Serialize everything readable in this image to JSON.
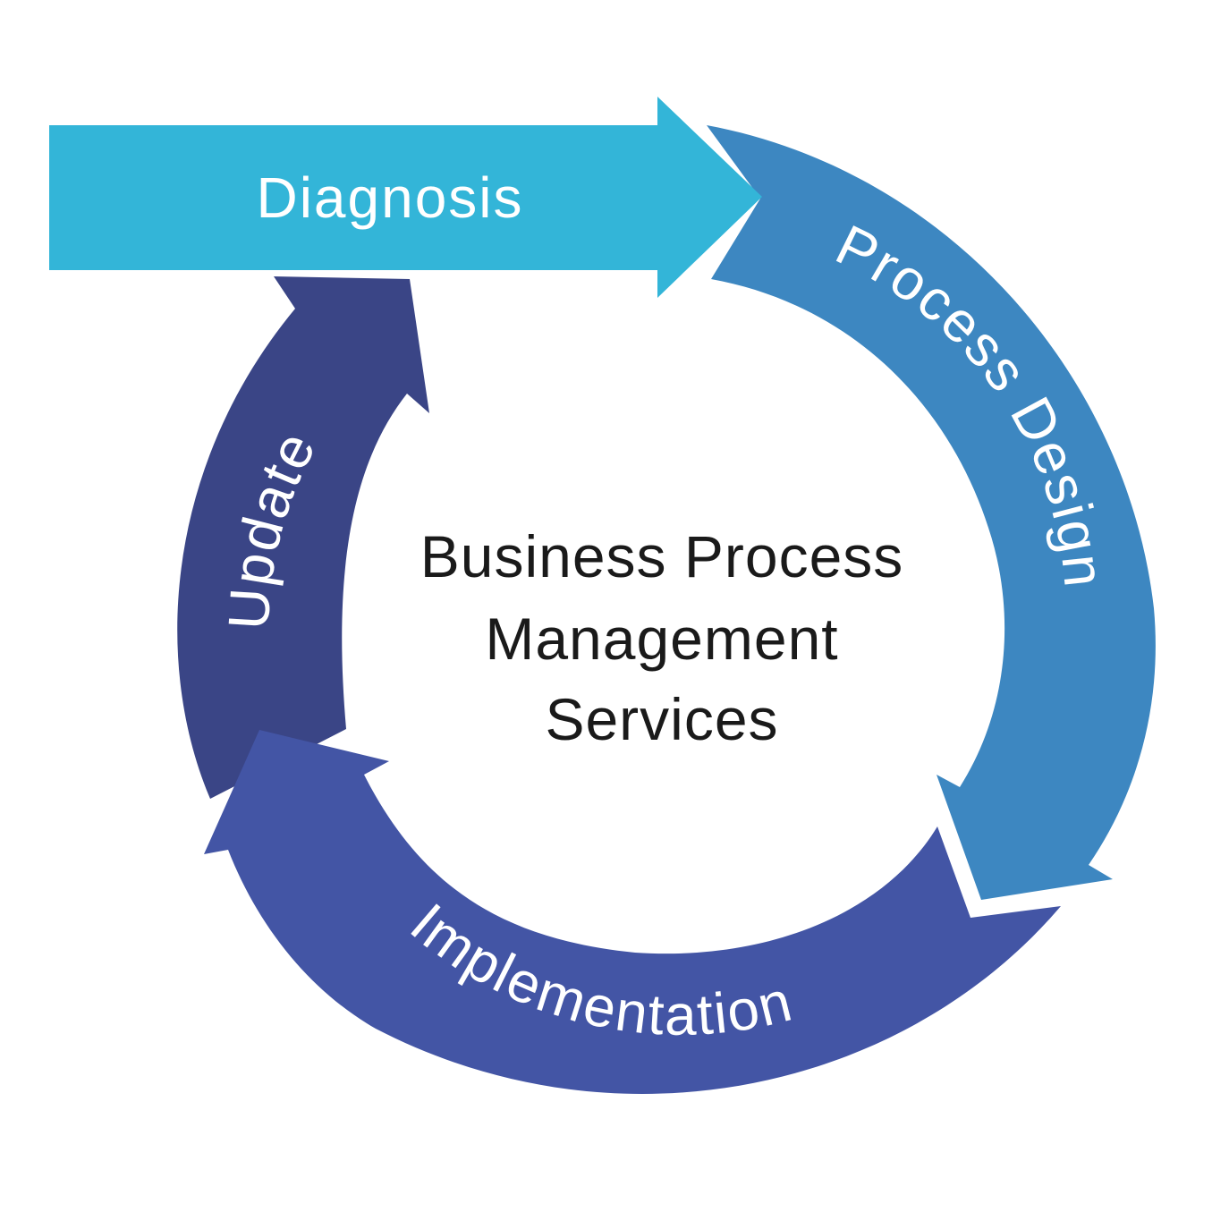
{
  "diagram": {
    "center": {
      "lines": [
        "Business Process",
        "Management",
        "Services"
      ]
    },
    "steps": [
      {
        "id": "diagnosis",
        "label": "Diagnosis",
        "color": "#33b5d8"
      },
      {
        "id": "process-design",
        "label": "Process Design",
        "color": "#3d87c1"
      },
      {
        "id": "implementation",
        "label": "Implementation",
        "color": "#4355a5"
      },
      {
        "id": "update",
        "label": "Update",
        "color": "#3a4586"
      }
    ]
  }
}
